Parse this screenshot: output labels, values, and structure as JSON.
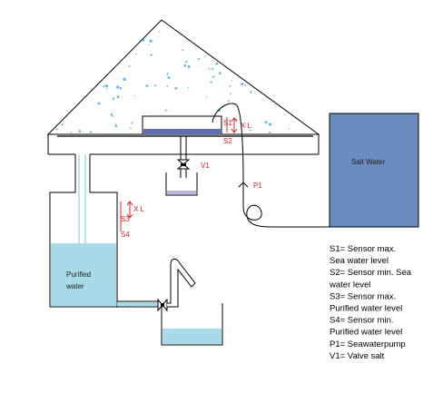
{
  "labels": {
    "s1": "S1",
    "s2": "S2",
    "s3": "S3",
    "s4": "S4",
    "xl_top": "X L",
    "xl_bottom": "X L",
    "v1": "V1",
    "p1": "P1",
    "salt_water": "Salt Water",
    "purified_line1": "Purified",
    "purified_line2": "water"
  },
  "legend": [
    "S1= Sensor max.",
    "Sea water level",
    "S2= Sensor min. Sea",
    "water level",
    "S3= Sensor max.",
    "Purified water level",
    "S4= Sensor min.",
    "Purified water level",
    "P1= Seawaterpump",
    "V1= Valve salt"
  ],
  "colors": {
    "salt_tank": "#6b8cbf",
    "purified_water": "#a8dbe8",
    "pan_water": "#5f6fb0",
    "condensation": "#60b8e6",
    "sensor_text": "#e02020",
    "line": "#000000"
  }
}
